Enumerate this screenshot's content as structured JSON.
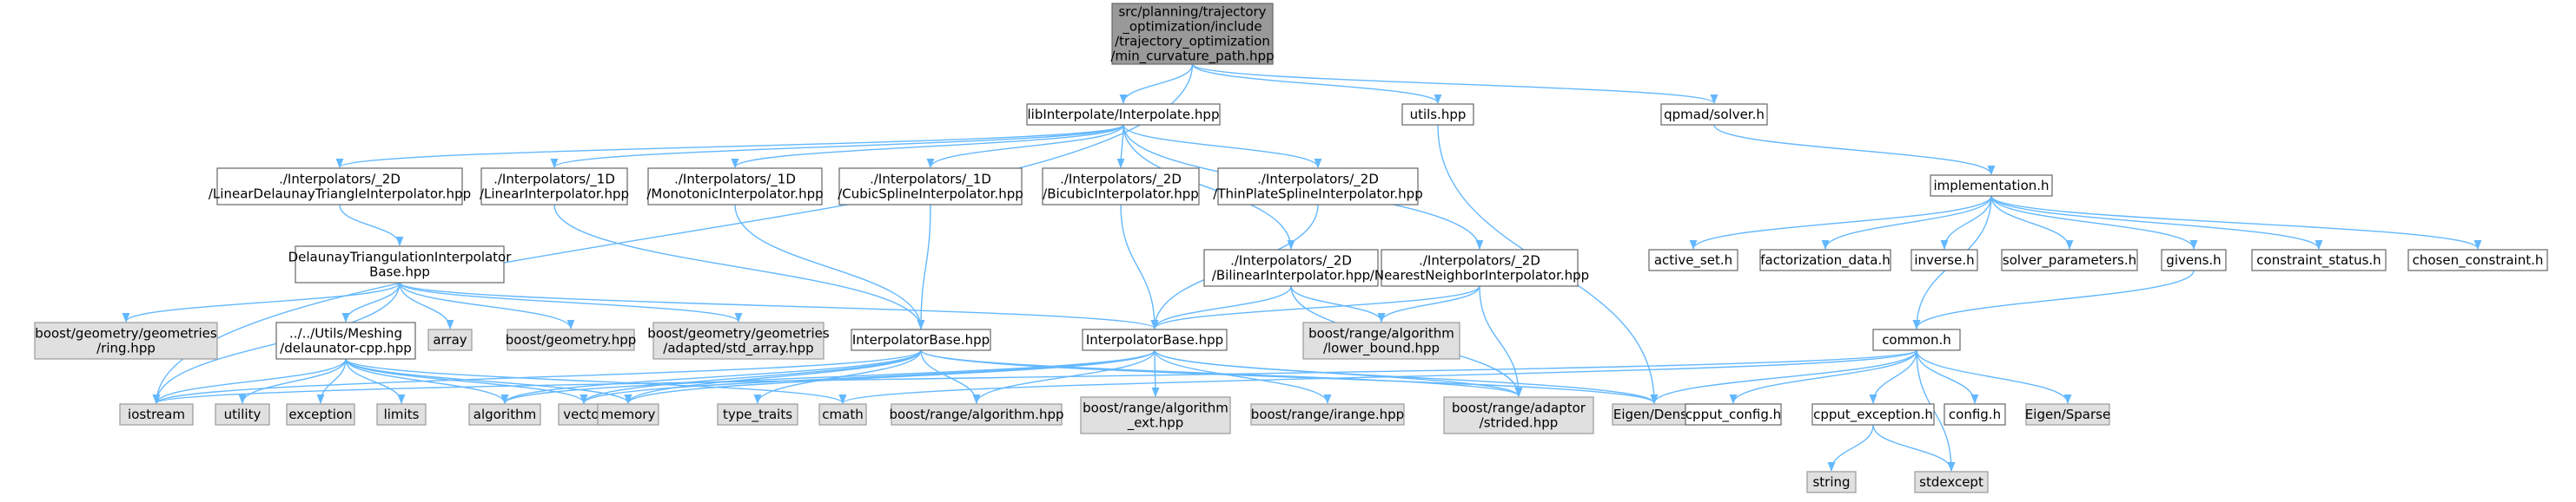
{
  "colors": {
    "edge": "#63b8ff",
    "node_border": "#666666",
    "node_fill": "#ffffff",
    "external_fill": "#e0e0e0",
    "root_fill": "#999999"
  },
  "nodes": [
    {
      "id": "root",
      "kind": "root",
      "lines": [
        "src/planning/trajectory",
        "_optimization/include",
        "/trajectory_optimization",
        "/min_curvature_path.hpp"
      ]
    },
    {
      "id": "libinterp",
      "kind": "doc",
      "lines": [
        "libInterpolate/Interpolate.hpp"
      ]
    },
    {
      "id": "utils",
      "kind": "doc",
      "lines": [
        "utils.hpp"
      ]
    },
    {
      "id": "qpmad",
      "kind": "doc",
      "lines": [
        "qpmad/solver.h"
      ]
    },
    {
      "id": "lindelaunay",
      "kind": "doc",
      "lines": [
        "./Interpolators/_2D",
        "/LinearDelaunayTriangleInterpolator.hpp"
      ]
    },
    {
      "id": "lin1d",
      "kind": "doc",
      "lines": [
        "./Interpolators/_1D",
        "/LinearInterpolator.hpp"
      ]
    },
    {
      "id": "mono1d",
      "kind": "doc",
      "lines": [
        "./Interpolators/_1D",
        "/MonotonicInterpolator.hpp"
      ]
    },
    {
      "id": "cubic1d",
      "kind": "doc",
      "lines": [
        "./Interpolators/_1D",
        "/CubicSplineInterpolator.hpp"
      ]
    },
    {
      "id": "bicubic2d",
      "kind": "doc",
      "lines": [
        "./Interpolators/_2D",
        "/BicubicInterpolator.hpp"
      ]
    },
    {
      "id": "thinplate2d",
      "kind": "doc",
      "lines": [
        "./Interpolators/_2D",
        "/ThinPlateSplineInterpolator.hpp"
      ]
    },
    {
      "id": "bilinear2d",
      "kind": "doc",
      "lines": [
        "./Interpolators/_2D",
        "/BilinearInterpolator.hpp"
      ]
    },
    {
      "id": "nearest2d",
      "kind": "doc",
      "lines": [
        "./Interpolators/_2D",
        "/NearestNeighborInterpolator.hpp"
      ]
    },
    {
      "id": "implementation",
      "kind": "doc",
      "lines": [
        "implementation.h"
      ]
    },
    {
      "id": "delaunaybase",
      "kind": "doc",
      "lines": [
        "DelaunayTriangulationInterpolator",
        "Base.hpp"
      ]
    },
    {
      "id": "ring",
      "kind": "sys",
      "lines": [
        "boost/geometry/geometries",
        "/ring.hpp"
      ]
    },
    {
      "id": "array",
      "kind": "sys",
      "lines": [
        "array"
      ]
    },
    {
      "id": "bgeometry",
      "kind": "sys",
      "lines": [
        "boost/geometry.hpp"
      ]
    },
    {
      "id": "stdarray",
      "kind": "sys",
      "lines": [
        "boost/geometry/geometries",
        "/adapted/std_array.hpp"
      ]
    },
    {
      "id": "delaunator",
      "kind": "doc",
      "lines": [
        "../../Utils/Meshing",
        "/delaunator-cpp.hpp"
      ]
    },
    {
      "id": "ipbase1d",
      "kind": "doc",
      "lines": [
        "InterpolatorBase.hpp"
      ]
    },
    {
      "id": "ipbase2d",
      "kind": "doc",
      "lines": [
        "InterpolatorBase.hpp"
      ]
    },
    {
      "id": "lowerbound",
      "kind": "sys",
      "lines": [
        "boost/range/algorithm",
        "/lower_bound.hpp"
      ]
    },
    {
      "id": "activeset",
      "kind": "doc",
      "lines": [
        "active_set.h"
      ]
    },
    {
      "id": "factdata",
      "kind": "doc",
      "lines": [
        "factorization_data.h"
      ]
    },
    {
      "id": "inverse",
      "kind": "doc",
      "lines": [
        "inverse.h"
      ]
    },
    {
      "id": "solverparams",
      "kind": "doc",
      "lines": [
        "solver_parameters.h"
      ]
    },
    {
      "id": "givens",
      "kind": "doc",
      "lines": [
        "givens.h"
      ]
    },
    {
      "id": "constraintstatus",
      "kind": "doc",
      "lines": [
        "constraint_status.h"
      ]
    },
    {
      "id": "chosenconstraint",
      "kind": "doc",
      "lines": [
        "chosen_constraint.h"
      ]
    },
    {
      "id": "common",
      "kind": "doc",
      "lines": [
        "common.h"
      ]
    },
    {
      "id": "iostream",
      "kind": "sys",
      "lines": [
        "iostream"
      ]
    },
    {
      "id": "utility",
      "kind": "sys",
      "lines": [
        "utility"
      ]
    },
    {
      "id": "exception",
      "kind": "sys",
      "lines": [
        "exception"
      ]
    },
    {
      "id": "limits",
      "kind": "sys",
      "lines": [
        "limits"
      ]
    },
    {
      "id": "algorithm",
      "kind": "sys",
      "lines": [
        "algorithm"
      ]
    },
    {
      "id": "vector",
      "kind": "sys",
      "lines": [
        "vector"
      ]
    },
    {
      "id": "memory",
      "kind": "sys",
      "lines": [
        "memory"
      ]
    },
    {
      "id": "typetraits",
      "kind": "sys",
      "lines": [
        "type_traits"
      ]
    },
    {
      "id": "cmath",
      "kind": "sys",
      "lines": [
        "cmath"
      ]
    },
    {
      "id": "rangealgo",
      "kind": "sys",
      "lines": [
        "boost/range/algorithm.hpp"
      ]
    },
    {
      "id": "rangealgoext",
      "kind": "sys",
      "lines": [
        "boost/range/algorithm",
        "_ext.hpp"
      ]
    },
    {
      "id": "irange",
      "kind": "sys",
      "lines": [
        "boost/range/irange.hpp"
      ]
    },
    {
      "id": "strided",
      "kind": "sys",
      "lines": [
        "boost/range/adaptor",
        "/strided.hpp"
      ]
    },
    {
      "id": "eigendense",
      "kind": "sys",
      "lines": [
        "Eigen/Dense"
      ]
    },
    {
      "id": "cputconfig",
      "kind": "doc",
      "lines": [
        "cpput_config.h"
      ]
    },
    {
      "id": "cputexception",
      "kind": "doc",
      "lines": [
        "cpput_exception.h"
      ]
    },
    {
      "id": "config",
      "kind": "doc",
      "lines": [
        "config.h"
      ]
    },
    {
      "id": "eigensparse",
      "kind": "sys",
      "lines": [
        "Eigen/Sparse"
      ]
    },
    {
      "id": "string",
      "kind": "sys",
      "lines": [
        "string"
      ]
    },
    {
      "id": "stdexcept",
      "kind": "sys",
      "lines": [
        "stdexcept"
      ]
    }
  ],
  "edges": [
    [
      "root",
      "libinterp"
    ],
    [
      "root",
      "utils"
    ],
    [
      "root",
      "qpmad"
    ],
    [
      "root",
      "iostream"
    ],
    [
      "libinterp",
      "lindelaunay"
    ],
    [
      "libinterp",
      "lin1d"
    ],
    [
      "libinterp",
      "mono1d"
    ],
    [
      "libinterp",
      "cubic1d"
    ],
    [
      "libinterp",
      "bicubic2d"
    ],
    [
      "libinterp",
      "thinplate2d"
    ],
    [
      "libinterp",
      "bilinear2d"
    ],
    [
      "libinterp",
      "nearest2d"
    ],
    [
      "utils",
      "eigendense"
    ],
    [
      "qpmad",
      "implementation"
    ],
    [
      "lindelaunay",
      "delaunaybase"
    ],
    [
      "lin1d",
      "ipbase1d"
    ],
    [
      "mono1d",
      "ipbase1d"
    ],
    [
      "cubic1d",
      "ipbase1d"
    ],
    [
      "bicubic2d",
      "ipbase2d"
    ],
    [
      "thinplate2d",
      "ipbase2d"
    ],
    [
      "bilinear2d",
      "ipbase2d"
    ],
    [
      "bilinear2d",
      "lowerbound"
    ],
    [
      "bilinear2d",
      "strided"
    ],
    [
      "nearest2d",
      "ipbase2d"
    ],
    [
      "nearest2d",
      "lowerbound"
    ],
    [
      "nearest2d",
      "strided"
    ],
    [
      "delaunaybase",
      "ring"
    ],
    [
      "delaunaybase",
      "array"
    ],
    [
      "delaunaybase",
      "bgeometry"
    ],
    [
      "delaunaybase",
      "stdarray"
    ],
    [
      "delaunaybase",
      "delaunator"
    ],
    [
      "delaunaybase",
      "ipbase2d"
    ],
    [
      "delaunaybase",
      "iostream"
    ],
    [
      "delaunator",
      "iostream"
    ],
    [
      "delaunator",
      "utility"
    ],
    [
      "delaunator",
      "exception"
    ],
    [
      "delaunator",
      "limits"
    ],
    [
      "delaunator",
      "algorithm"
    ],
    [
      "delaunator",
      "vector"
    ],
    [
      "delaunator",
      "memory"
    ],
    [
      "delaunator",
      "cmath"
    ],
    [
      "ipbase1d",
      "iostream"
    ],
    [
      "ipbase1d",
      "algorithm"
    ],
    [
      "ipbase1d",
      "vector"
    ],
    [
      "ipbase1d",
      "memory"
    ],
    [
      "ipbase1d",
      "typetraits"
    ],
    [
      "ipbase1d",
      "rangealgo"
    ],
    [
      "ipbase1d",
      "strided"
    ],
    [
      "ipbase1d",
      "eigendense"
    ],
    [
      "ipbase2d",
      "algorithm"
    ],
    [
      "ipbase2d",
      "vector"
    ],
    [
      "ipbase2d",
      "memory"
    ],
    [
      "ipbase2d",
      "rangealgo"
    ],
    [
      "ipbase2d",
      "rangealgoext"
    ],
    [
      "ipbase2d",
      "irange"
    ],
    [
      "ipbase2d",
      "strided"
    ],
    [
      "ipbase2d",
      "eigendense"
    ],
    [
      "implementation",
      "activeset"
    ],
    [
      "implementation",
      "factdata"
    ],
    [
      "implementation",
      "inverse"
    ],
    [
      "implementation",
      "solverparams"
    ],
    [
      "implementation",
      "givens"
    ],
    [
      "implementation",
      "constraintstatus"
    ],
    [
      "implementation",
      "chosenconstraint"
    ],
    [
      "implementation",
      "common"
    ],
    [
      "givens",
      "common"
    ],
    [
      "common",
      "iostream"
    ],
    [
      "common",
      "cmath"
    ],
    [
      "common",
      "eigendense"
    ],
    [
      "common",
      "cputconfig"
    ],
    [
      "common",
      "cputexception"
    ],
    [
      "common",
      "config"
    ],
    [
      "common",
      "eigensparse"
    ],
    [
      "common",
      "stdexcept"
    ],
    [
      "cputexception",
      "string"
    ],
    [
      "cputexception",
      "stdexcept"
    ]
  ]
}
